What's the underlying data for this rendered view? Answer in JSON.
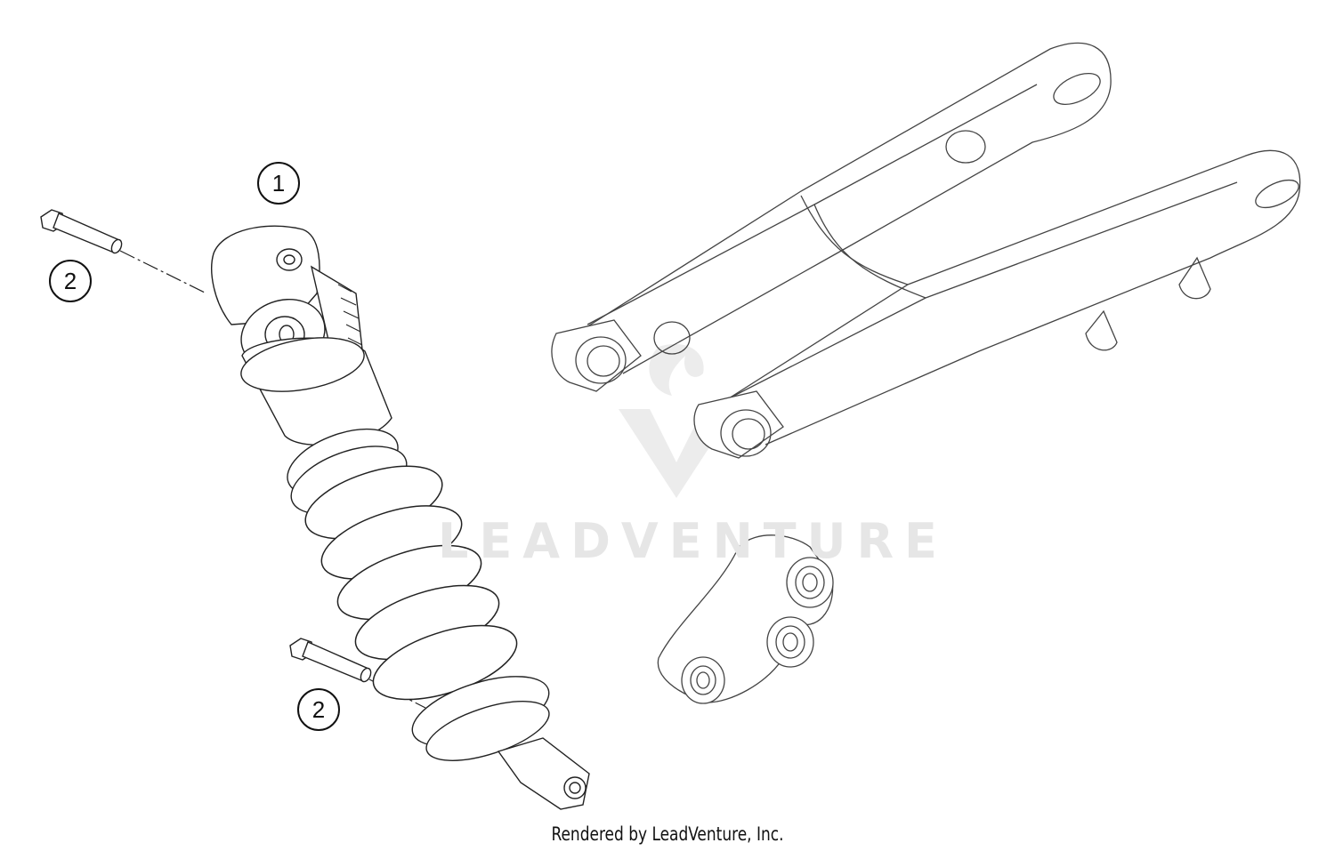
{
  "diagram": {
    "type": "exploded parts diagram",
    "subject": "rear shock absorber, swingarm and linkage",
    "colors": {
      "line": "#222222",
      "watermark": "#e6e6e6",
      "background": "#ffffff"
    },
    "callouts": [
      {
        "id": "callout-1",
        "label": "1",
        "part": "shock-absorber"
      },
      {
        "id": "callout-2-upper",
        "label": "2",
        "part": "upper-mounting-bolt"
      },
      {
        "id": "callout-2-lower",
        "label": "2",
        "part": "lower-mounting-bolt"
      }
    ],
    "parts": [
      "shock-absorber",
      "upper-mounting-bolt",
      "lower-mounting-bolt",
      "swingarm",
      "linkage-lever"
    ]
  },
  "watermark": {
    "text": "LEADVENTURE"
  },
  "footer": {
    "text": "Rendered by LeadVenture, Inc."
  }
}
